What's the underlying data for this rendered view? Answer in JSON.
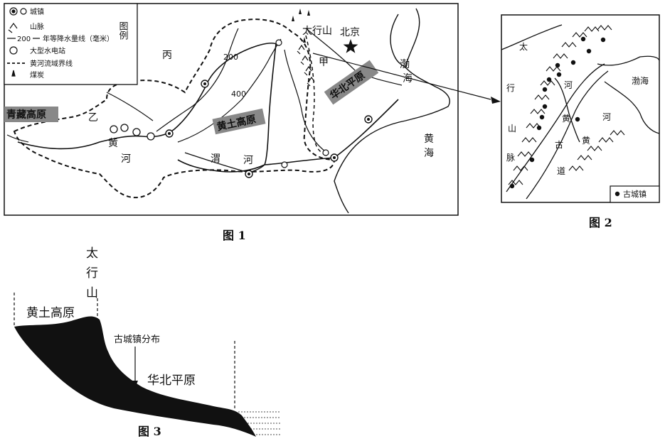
{
  "figure1": {
    "caption": "图 1",
    "legend": {
      "title": "图例",
      "items": [
        {
          "icon": "town-icon",
          "text": "城镇"
        },
        {
          "icon": "mountain-icon",
          "text": "山脉"
        },
        {
          "icon": "isohyet-icon",
          "text": "年等降水量线（毫米）",
          "value": "200"
        },
        {
          "icon": "hydropower-icon",
          "text": "大型水电站"
        },
        {
          "icon": "basin-boundary-icon",
          "text": "黄河流域界线"
        },
        {
          "icon": "coal-icon",
          "text": "煤炭"
        }
      ]
    },
    "labels": {
      "bing": "丙",
      "taihang": "太行山",
      "beijing": "北京",
      "jia": "甲",
      "bohai": "渤",
      "bohai2": "海",
      "yellow_sea1": "黄",
      "yellow_sea2": "海",
      "qingzang": "青藏高原",
      "yi": "乙",
      "huang": "黄",
      "he": "河",
      "loess": "黄土高原",
      "wei": "渭",
      "weihe": "河",
      "north_china": "华北平原",
      "iso200": "200",
      "iso400": "400"
    }
  },
  "figure2": {
    "caption": "图 2",
    "legend_text": "古城镇",
    "labels": {
      "tai": "太",
      "hang": "行",
      "shan": "山",
      "mai": "脉",
      "bohai": "渤海",
      "he_top": "河",
      "huang_mid": "黄",
      "gu": "古",
      "dao": "道",
      "he_right": "河",
      "huang_right": "黄"
    }
  },
  "figure3": {
    "caption": "图 3",
    "taihang_vertical": [
      "太",
      "行",
      "山"
    ],
    "loess": "黄土高原",
    "distribution": "古城镇分布",
    "north_china": "华北平原"
  }
}
